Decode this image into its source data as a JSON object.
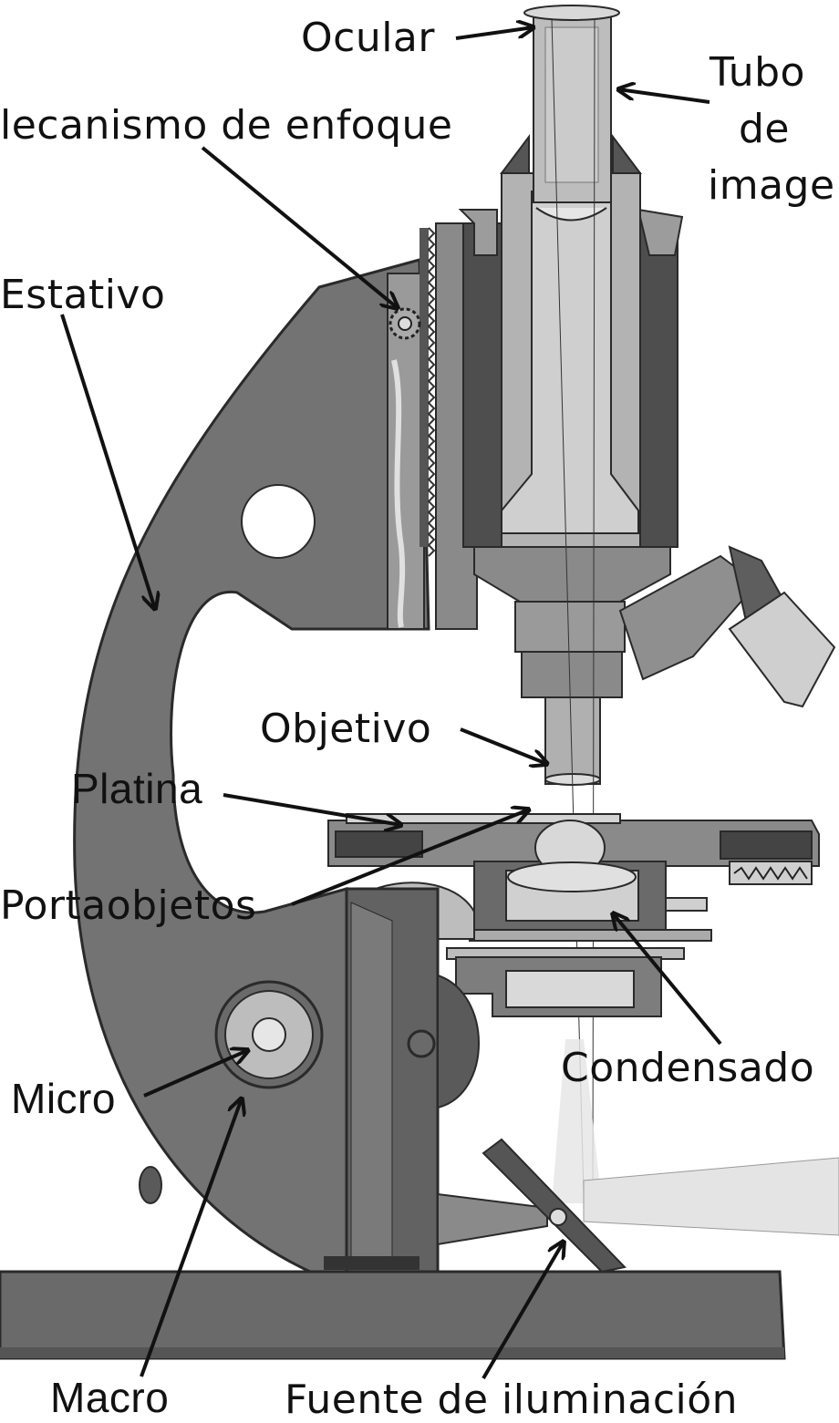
{
  "labels": {
    "ocular": "Ocular",
    "tubo_1": "Tubo",
    "tubo_2": "de",
    "tubo_3": "image",
    "mecanismo": "lecanismo de enfoque",
    "estativo": "Estativo",
    "objetivo": "Objetivo",
    "platina": "Platina",
    "portaobjetos": "Portaobjetos",
    "condensador": "Condensado",
    "micro": "Micro",
    "macro": "Macro",
    "fuente": "Fuente de iluminación"
  },
  "colors": {
    "arm": "#707070",
    "arm_dark": "#5a5a5a",
    "metal_light": "#b4b4b4",
    "metal_mid": "#8c8c8c",
    "metal_dark": "#4a4a4a",
    "glass": "#d2d2d2",
    "text": "#111111"
  }
}
